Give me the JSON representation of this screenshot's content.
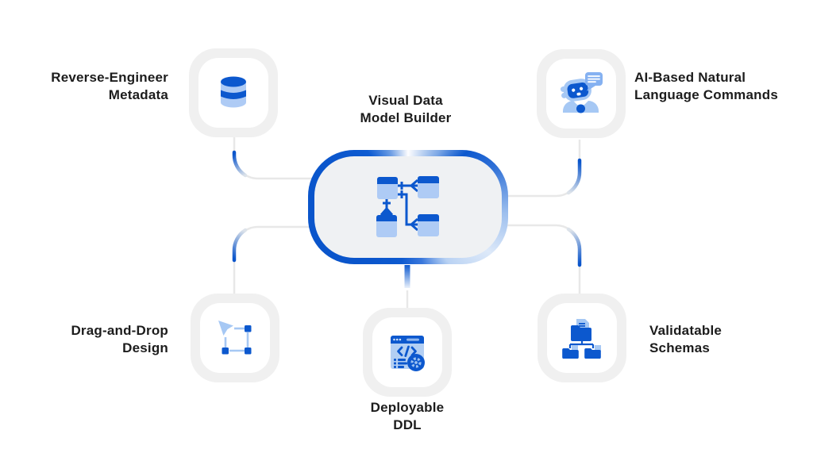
{
  "center": {
    "label": "Visual Data\nModel Builder",
    "icon": "er-diagram-icon"
  },
  "features": [
    {
      "label": "Reverse-Engineer\nMetadata",
      "icon": "database-icon",
      "position": "top-left"
    },
    {
      "label": "AI-Based Natural\nLanguage Commands",
      "icon": "chatbot-icon",
      "position": "top-right"
    },
    {
      "label": "Drag-and-Drop\nDesign",
      "icon": "drag-select-icon",
      "position": "bottom-left"
    },
    {
      "label": "Deployable\nDDL",
      "icon": "code-window-icon",
      "position": "bottom-center"
    },
    {
      "label": "Validatable\nSchemas",
      "icon": "schema-folders-icon",
      "position": "bottom-right"
    }
  ],
  "colors": {
    "accent_dark": "#0c58ce",
    "accent_light": "#aecbf5",
    "bubble_blue": "#85b1f1",
    "card_ring": "#f0f0f0",
    "card_inner": "#ffffff",
    "center_fill": "#eff1f3",
    "connector_gray": "#e8e8e8",
    "text": "#1c1c1c",
    "background": "#ffffff"
  }
}
